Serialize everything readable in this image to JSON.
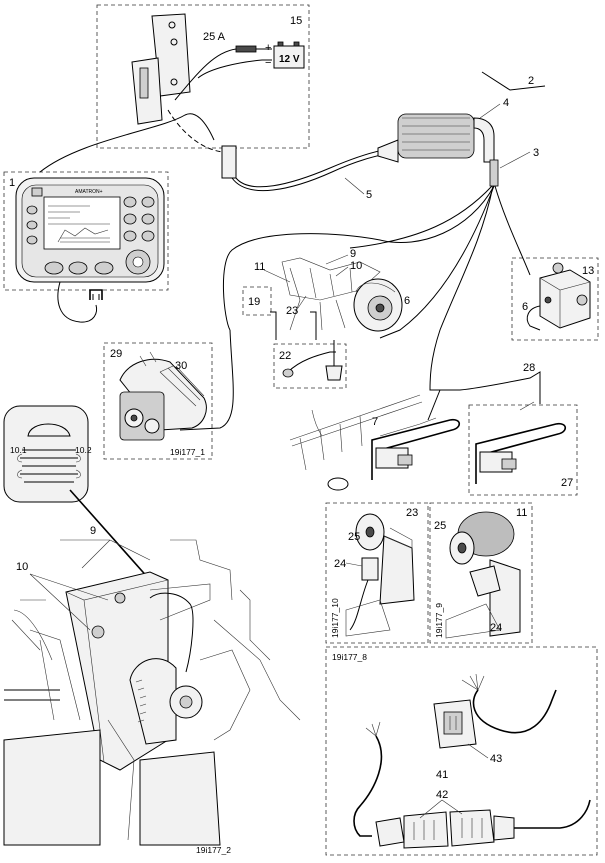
{
  "figure": {
    "fuse_label": "25 A",
    "battery_label": "12 V",
    "plus_sign": "+",
    "minus_sign": "−",
    "terminal_brand": "AMATRON+",
    "callouts": {
      "c1": "1",
      "c2": "2",
      "c3": "3",
      "c4": "4",
      "c5": "5",
      "c6a": "6",
      "c6b": "6",
      "c7": "7",
      "c9a": "9",
      "c9b": "9",
      "c10a": "10",
      "c10b": "10",
      "c10_1": "10.1",
      "c10_2": "10.2",
      "c11a": "11",
      "c11b": "11",
      "c13": "13",
      "c15": "15",
      "c19": "19",
      "c22": "22",
      "c23a": "23",
      "c23b": "23",
      "c24a": "24",
      "c24b": "24",
      "c25a": "25",
      "c25b": "25",
      "c27": "27",
      "c28": "28",
      "c29": "29",
      "c30": "30",
      "c41": "41",
      "c42": "42",
      "c43": "43"
    },
    "image_codes": {
      "code_1": "19i177_1",
      "code_2": "19i177_2",
      "code_8": "19i177_8",
      "code_9": "19i177_9",
      "code_10": "19i177_10"
    }
  }
}
